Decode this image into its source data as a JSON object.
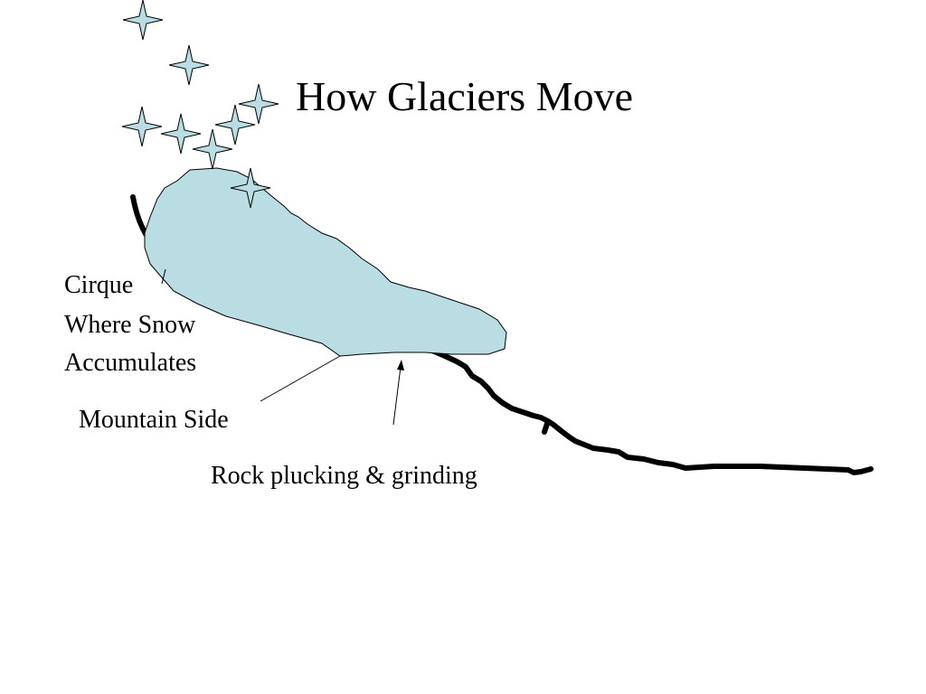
{
  "title": "How Glaciers Move",
  "labels": {
    "cirque": "Cirque",
    "snow_line1": "Where Snow",
    "snow_line2": "Accumulates",
    "mountain_side": "Mountain Side",
    "rock_plucking": "Rock plucking & grinding"
  },
  "colors": {
    "ice_fill": "#b9dde2",
    "star_fill": "#b9dde2",
    "outline": "#000000"
  },
  "icons": [
    "snowflake-star-icon"
  ]
}
